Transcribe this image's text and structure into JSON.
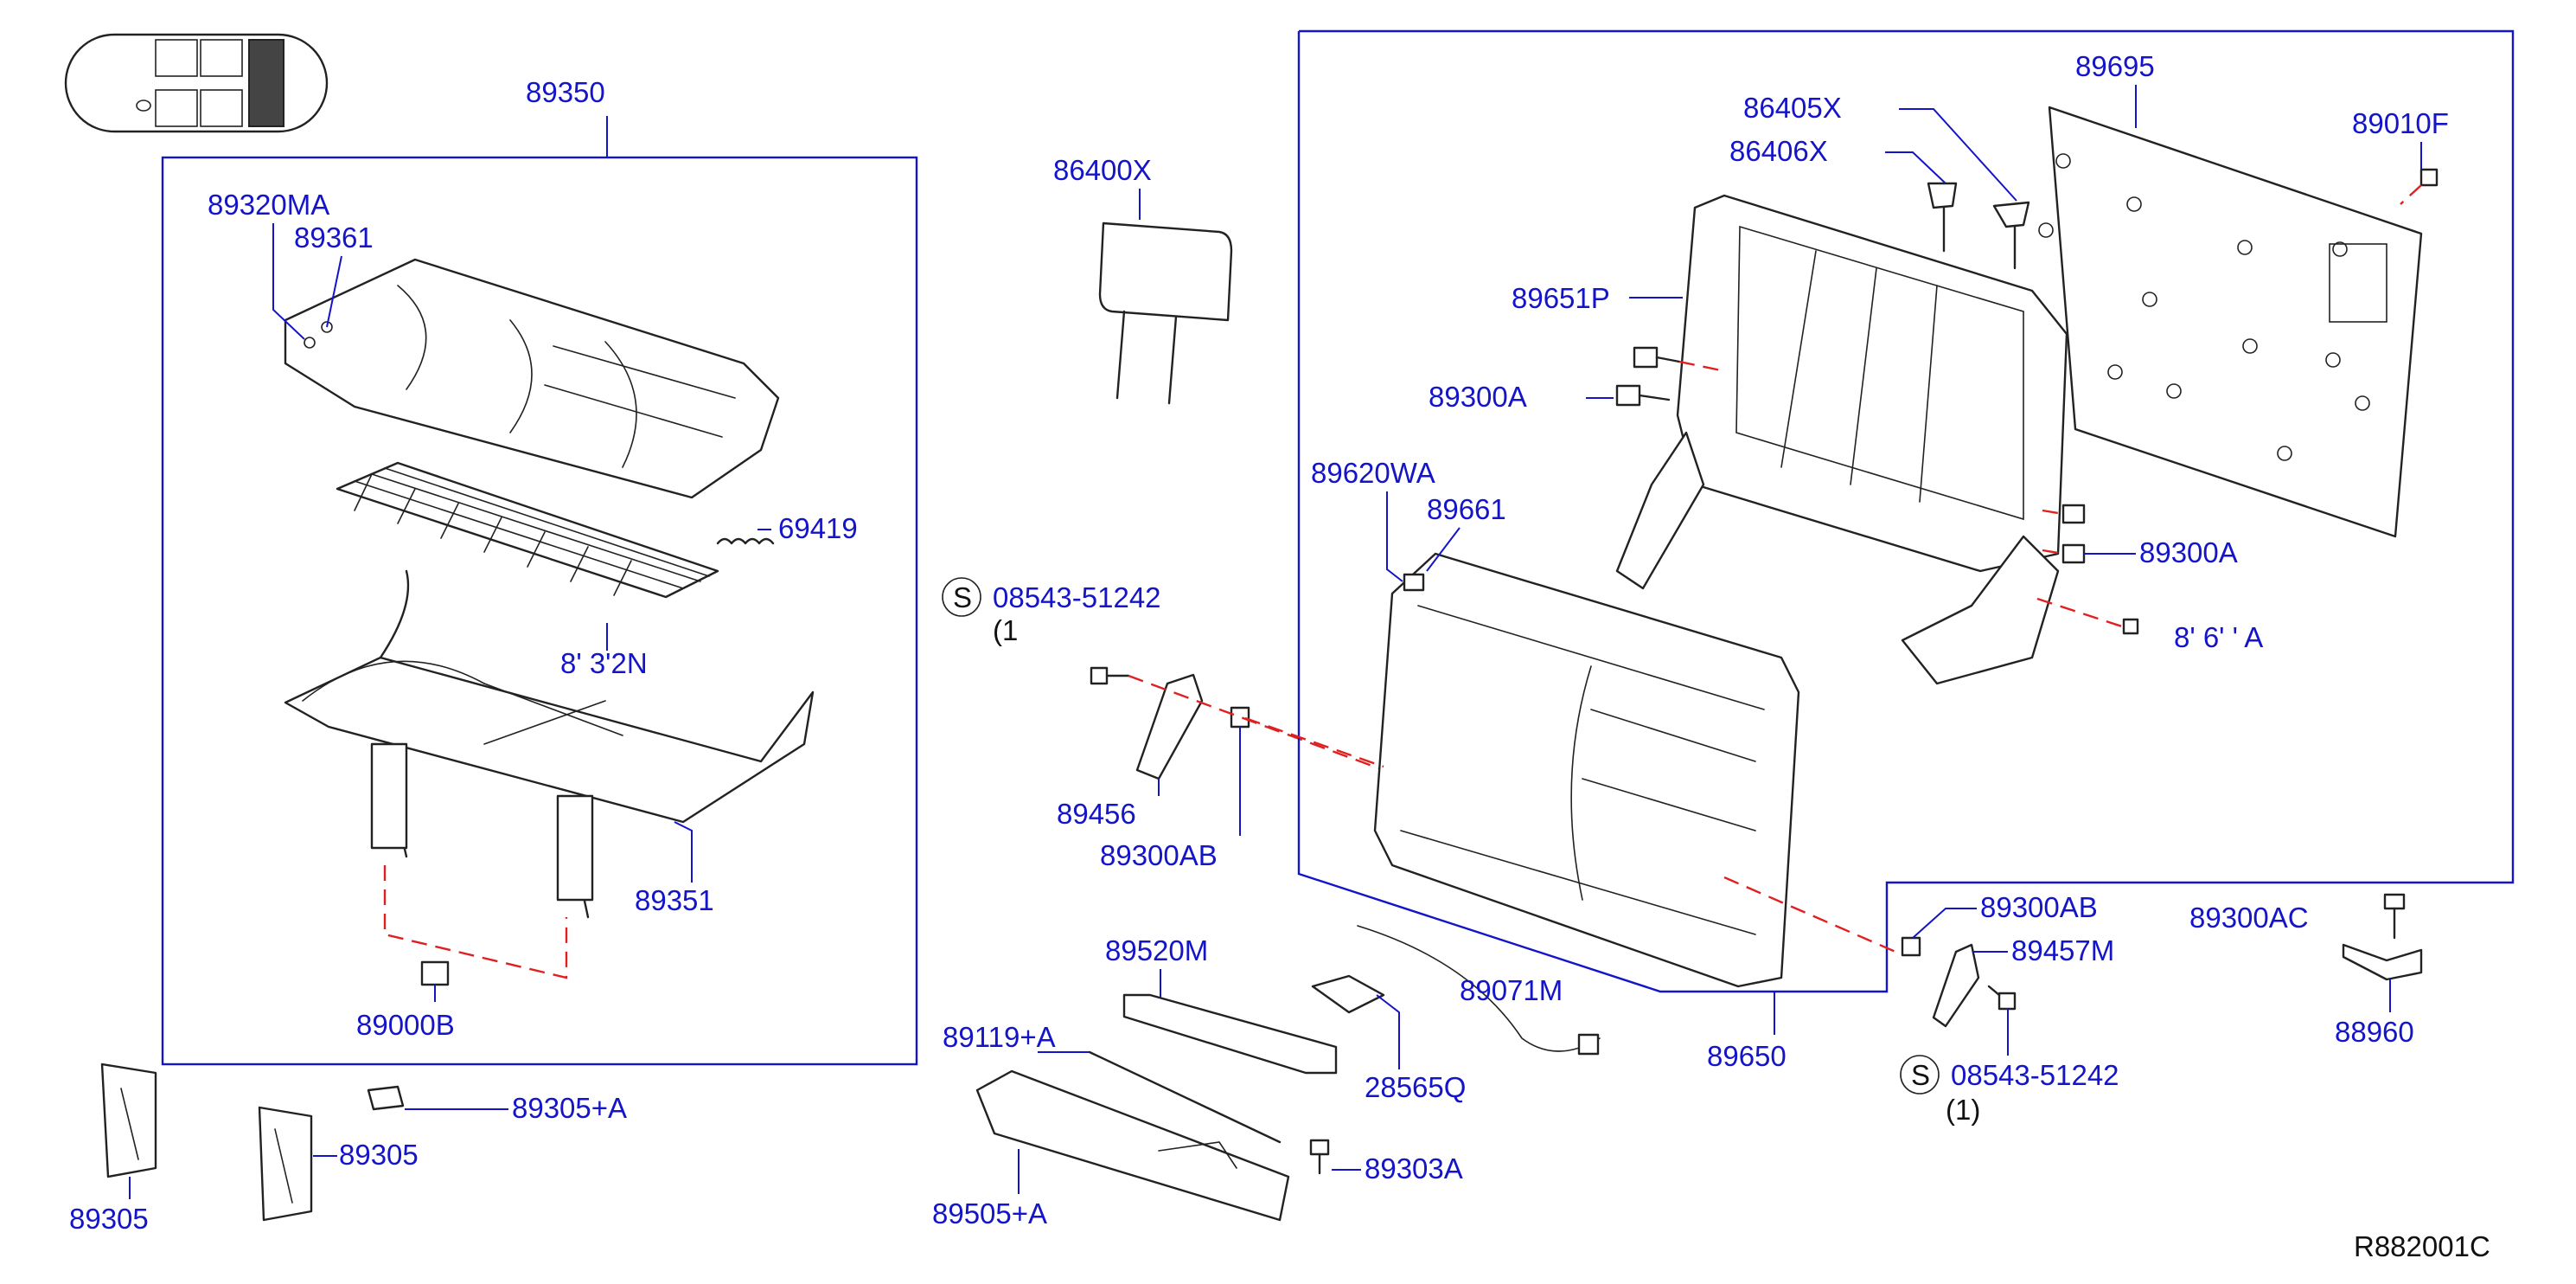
{
  "diagram_code": "R882001C",
  "labels": {
    "l89350": "89350",
    "l89320MA": "89320MA",
    "l89361": "89361",
    "l69419": "69419",
    "l89322N": "8' 3'2N",
    "l89351": "89351",
    "l89000B": "89000B",
    "l89305a": "89305",
    "l89305b": "89305",
    "l89305A": "89305+A",
    "l86400X": "86400X",
    "s1_code": "08543-51242",
    "s1_qty": "(1",
    "l89456": "89456",
    "l89300AB_1": "89300AB",
    "l89520M": "89520M",
    "l89119A": "89119+A",
    "l89505A": "89505+A",
    "l89303A": "89303A",
    "l28565Q": "28565Q",
    "l89071M": "89071M",
    "l89650": "89650",
    "l89695": "89695",
    "l86405X": "86405X",
    "l86406X": "86406X",
    "l89010F": "89010F",
    "l89651P": "89651P",
    "l89300A_1": "89300A",
    "l89620WA": "89620WA",
    "l89661": "89661",
    "l89300A_2": "89300A",
    "l8960A_partial": "8' 6' ' A",
    "l89300AB_2": "89300AB",
    "l89457M": "89457M",
    "s2_code": "08543-51242",
    "s2_qty": "(1)",
    "l89300AC": "89300AC",
    "l88960": "88960",
    "s_symbol": "S"
  },
  "colors": {
    "label": "#1414c8",
    "dash": "#e02020",
    "part": "#222222"
  }
}
